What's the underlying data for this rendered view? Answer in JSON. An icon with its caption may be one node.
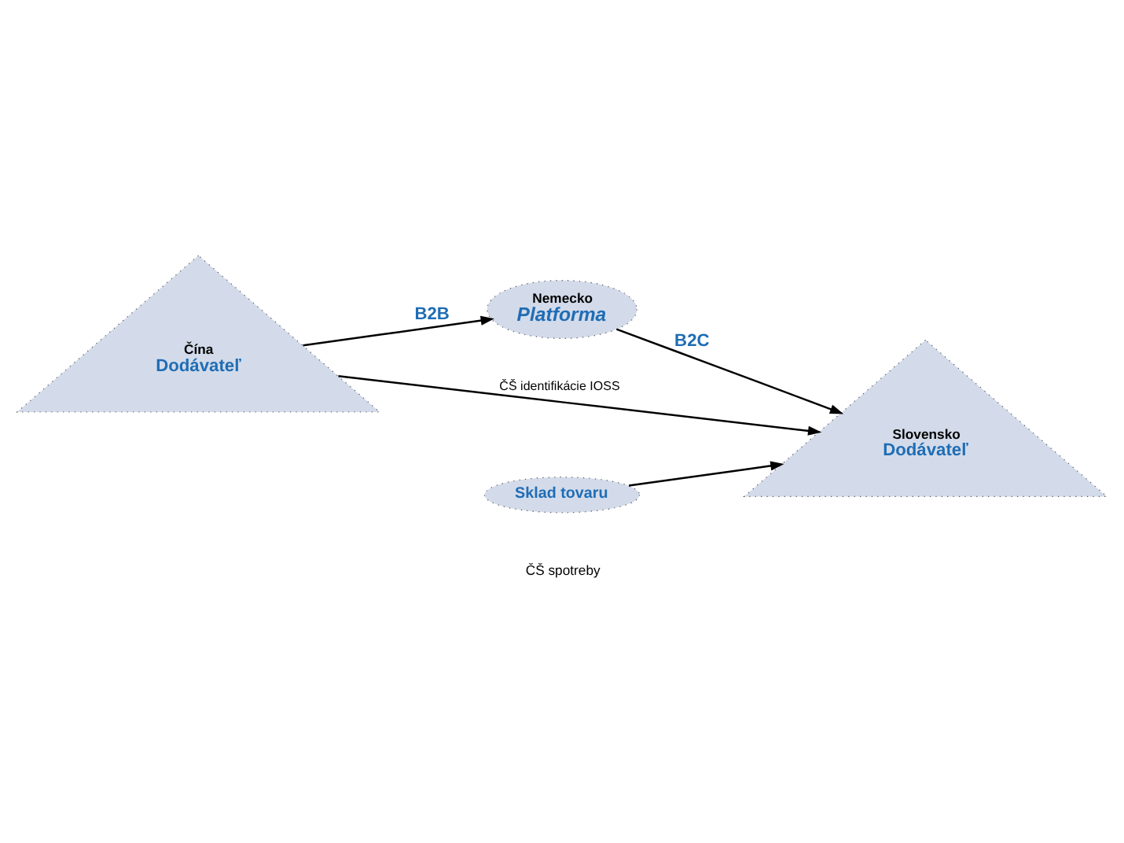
{
  "diagram": {
    "nodes": [
      {
        "text": [
          "Nemecko",
          "Platforma"
        ]
      },
      {
        "text": [
          "Čína",
          "Dodávateľ"
        ]
      },
      {
        "text": [
          "Slovensko",
          "Dodávateľ"
        ]
      },
      {
        "text": [
          "Sklad tovaru"
        ]
      }
    ],
    "edges": [
      {
        "from": 1,
        "to": 0,
        "arrow": "to",
        "label": "B2B"
      },
      {
        "from": 0,
        "to": 2,
        "arrow": "to",
        "label": "B2C"
      },
      {
        "from": 1,
        "to": 2,
        "arrow": "to",
        "label": "ČŠ identifikácie IOSS"
      },
      {
        "from": 3,
        "to": 2,
        "arrow": "to"
      }
    ],
    "labels": [
      "ČŠ spotreby"
    ]
  }
}
